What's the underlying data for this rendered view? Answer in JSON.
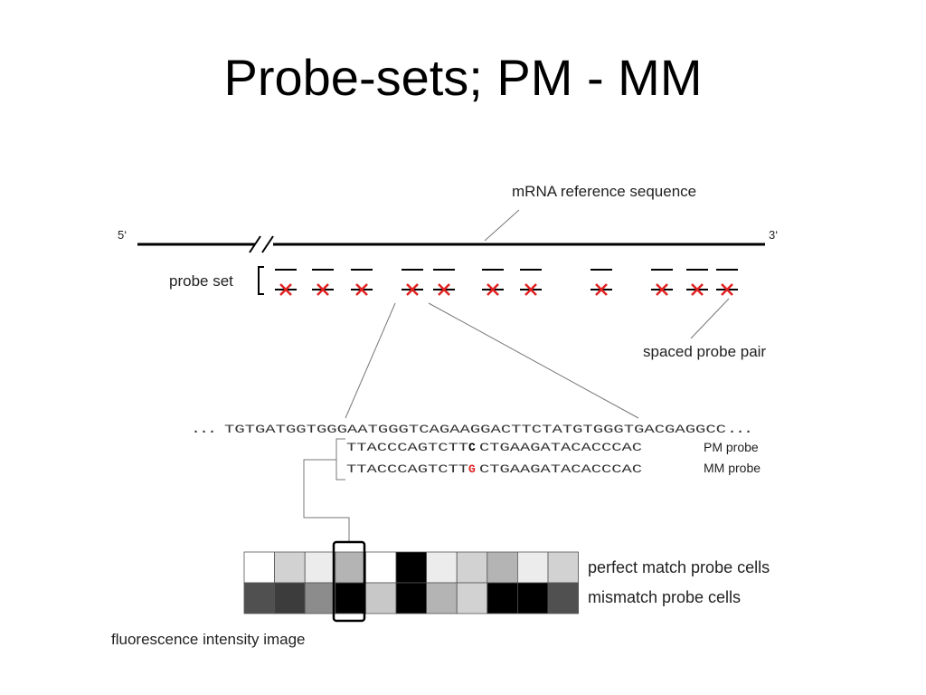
{
  "title": "Probe-sets; PM - MM",
  "diagram": {
    "five_prime": "5‘",
    "three_prime": "3‘",
    "mrna_label": "mRNA reference sequence",
    "probe_set_label": "probe set",
    "spaced_pair_label": "spaced probe pair",
    "sequence": {
      "ellipsis_left": "...",
      "reference": "TGTGATGGTGGGAATGGGTCAGAAGGACTTCTATGTGGGTGACGAGGCC",
      "ellipsis_right": "...",
      "pm_prefix": "TTACCCAGTCTT",
      "pm_base": "C",
      "pm_suffix": "CTGAAGATACACCCAC",
      "mm_prefix": "TTACCCAGTCTT",
      "mm_base": "G",
      "mm_suffix": "CTGAAGATACACCCAC"
    },
    "pm_probe_label": "PM probe",
    "mm_probe_label": "MM probe",
    "pm_cells_label": "perfect match probe cells",
    "mm_cells_label": "mismatch probe cells",
    "fluorescence_label": "fluorescence intensity image",
    "probe_pair_count": 11,
    "pm_cell_colors": [
      "#ffffff",
      "#d2d2d2",
      "#ececec",
      "#b4b4b4",
      "#ffffff",
      "#000000",
      "#ececec",
      "#d2d2d2",
      "#b4b4b4",
      "#ececec",
      "#d2d2d2"
    ],
    "mm_cell_colors": [
      "#505050",
      "#3c3c3c",
      "#8c8c8c",
      "#000000",
      "#c8c8c8",
      "#000000",
      "#b4b4b4",
      "#d2d2d2",
      "#000000",
      "#000000",
      "#505050"
    ],
    "mismatch_color": "#e02020"
  }
}
